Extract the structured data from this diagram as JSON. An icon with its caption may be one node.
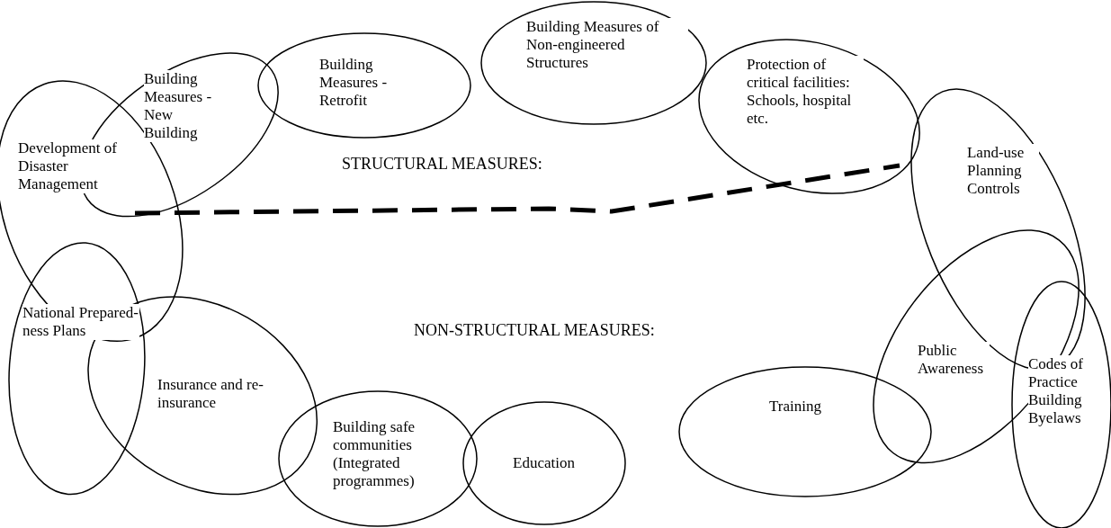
{
  "diagram": {
    "nodes": [
      {
        "text": [
          "Building Measures -New Building"
        ]
      },
      {
        "text": [
          "Building Measures -Retrofit"
        ]
      },
      {
        "text": [
          "Building Measures of Non-engineered Structures"
        ]
      },
      {
        "text": [
          "Protection of critical facilities: Schools, hospital etc."
        ]
      },
      {
        "text": [
          "Development of Disaster Management"
        ]
      },
      {
        "text": [
          "Land-use Planning Controls"
        ]
      },
      {
        "text": [
          "National Prepared-ness Plans"
        ]
      },
      {
        "text": [
          "Public Awareness"
        ]
      },
      {
        "text": [
          "Insurance and re-insurance"
        ]
      },
      {
        "text": [
          "Codes of Practice Building Byelaws"
        ]
      },
      {
        "text": [
          "Building safe communities (Integrated programmes)"
        ]
      },
      {
        "text": [
          "Education"
        ]
      },
      {
        "text": [
          "Training"
        ]
      }
    ],
    "labels": [
      "STRUCTURAL MEASURES:",
      "NON-STRUCTURAL MEASURES:"
    ]
  }
}
